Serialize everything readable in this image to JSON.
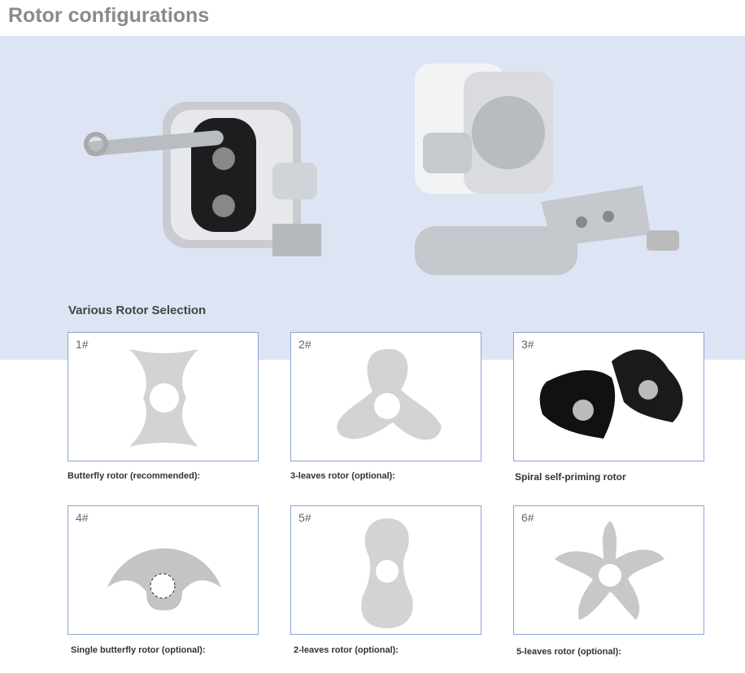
{
  "page_title": "Rotor configurations",
  "section_title": "Various Rotor Selection",
  "rotors": [
    {
      "number": "1#",
      "caption": "Butterfly rotor (recommended):"
    },
    {
      "number": "2#",
      "caption": "3-leaves rotor (optional):"
    },
    {
      "number": "3#",
      "caption": "Spiral self-priming rotor"
    },
    {
      "number": "4#",
      "caption": "Single butterfly rotor (optional):"
    },
    {
      "number": "5#",
      "caption": "2-leaves rotor (optional):"
    },
    {
      "number": "6#",
      "caption": "5-leaves rotor (optional):"
    }
  ]
}
